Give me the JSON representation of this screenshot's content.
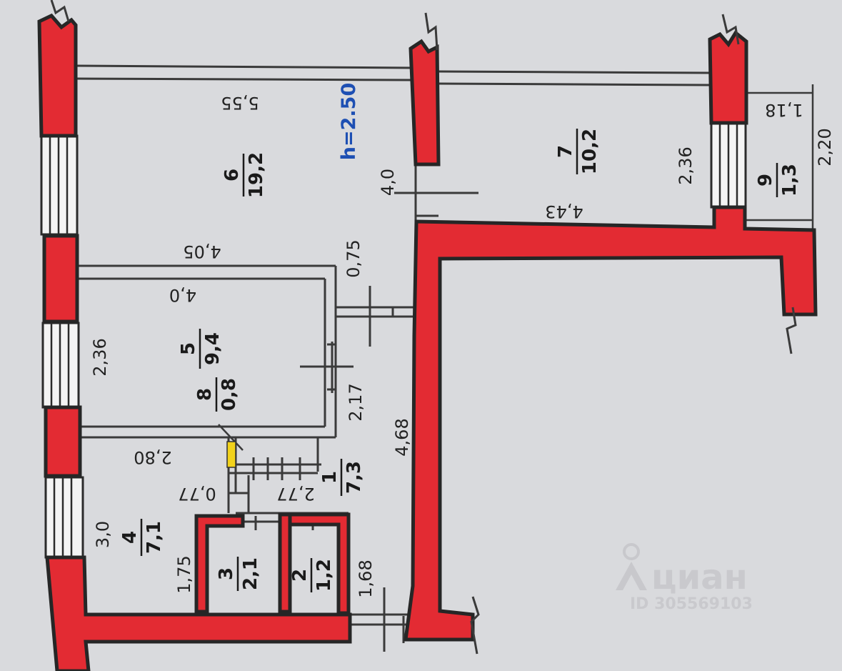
{
  "height_label": "h=2.50",
  "rooms": [
    {
      "number": "6",
      "area": "19,2"
    },
    {
      "number": "7",
      "area": "10,2"
    },
    {
      "number": "9",
      "area": "1,3"
    },
    {
      "number": "5",
      "area": "9,4"
    },
    {
      "number": "8",
      "area": "0,8"
    },
    {
      "number": "1",
      "area": "7,3"
    },
    {
      "number": "4",
      "area": "7,1"
    },
    {
      "number": "3",
      "area": "2,1"
    },
    {
      "number": "2",
      "area": "1,2"
    }
  ],
  "dimensions": {
    "d_5_55": "5,55",
    "d_4_0_top": "4,0",
    "d_4_43": "4,43",
    "d_2_36_top": "2,36",
    "d_1_18": "1,18",
    "d_2_20": "2,20",
    "d_4_05": "4,05",
    "d_0_75": "0,75",
    "d_4_0_mid": "4,0",
    "d_2_36_left": "2,36",
    "d_2_17": "2,17",
    "d_4_68": "4,68",
    "d_2_80": "2,80",
    "d_0_77": "0,77",
    "d_2_77": "2,77",
    "d_3_0": "3,0",
    "d_1_75": "1,75",
    "d_1_68": "1,68"
  },
  "watermark": {
    "brand": "циан",
    "id": "ID 305569103"
  },
  "colors": {
    "wall": "#e32b33",
    "background": "#d9dadd",
    "height_label": "#1d4fb3"
  }
}
